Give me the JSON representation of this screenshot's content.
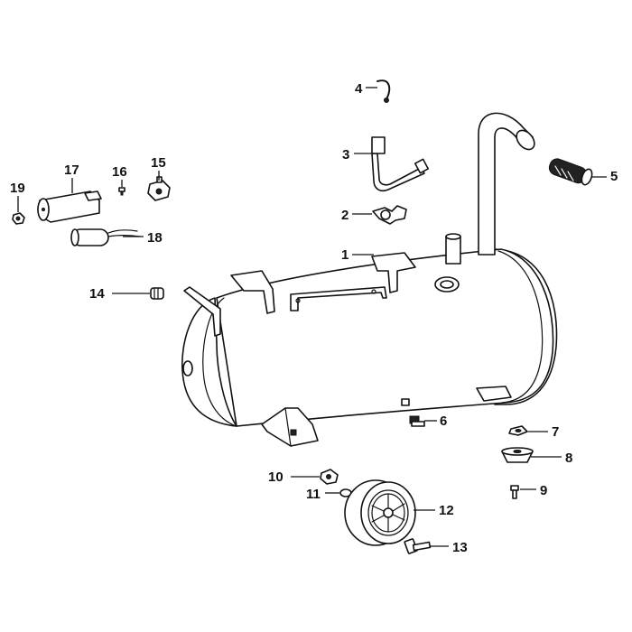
{
  "callouts": [
    {
      "id": "1",
      "label": "1",
      "part": "tank-mounting-bracket"
    },
    {
      "id": "2",
      "label": "2",
      "part": "check-valve"
    },
    {
      "id": "3",
      "label": "3",
      "part": "discharge-tube"
    },
    {
      "id": "4",
      "label": "4",
      "part": "unloader-tube"
    },
    {
      "id": "5",
      "label": "5",
      "part": "handle-grip"
    },
    {
      "id": "6",
      "label": "6",
      "part": "drain-valve"
    },
    {
      "id": "7",
      "label": "7",
      "part": "nut"
    },
    {
      "id": "8",
      "label": "8",
      "part": "rubber-foot"
    },
    {
      "id": "9",
      "label": "9",
      "part": "bolt"
    },
    {
      "id": "10",
      "label": "10",
      "part": "wheel-nut"
    },
    {
      "id": "11",
      "label": "11",
      "part": "washer"
    },
    {
      "id": "12",
      "label": "12",
      "part": "wheel"
    },
    {
      "id": "13",
      "label": "13",
      "part": "wheel-bolt"
    },
    {
      "id": "14",
      "label": "14",
      "part": "plug"
    },
    {
      "id": "15",
      "label": "15",
      "part": "pressure-switch"
    },
    {
      "id": "16",
      "label": "16",
      "part": "screw"
    },
    {
      "id": "17",
      "label": "17",
      "part": "motor-capacitor"
    },
    {
      "id": "18",
      "label": "18",
      "part": "start-capacitor"
    },
    {
      "id": "19",
      "label": "19",
      "part": "cable-nut"
    }
  ]
}
